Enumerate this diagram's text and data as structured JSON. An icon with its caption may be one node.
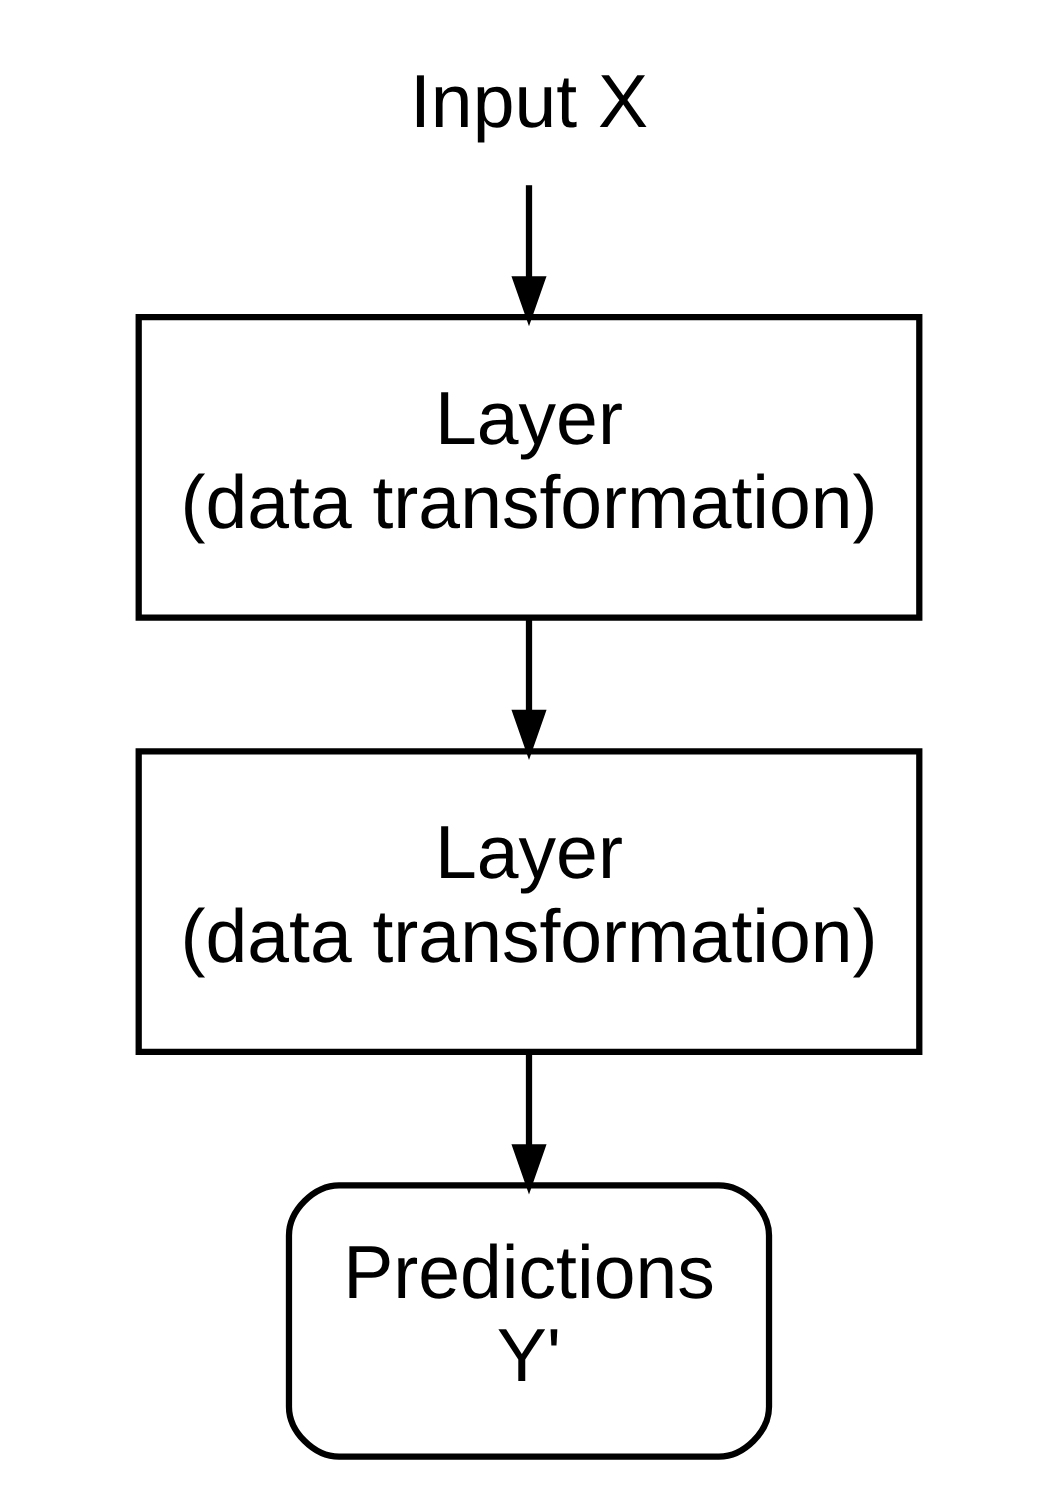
{
  "diagram": {
    "nodes": [
      {
        "text": [
          "Input X"
        ]
      },
      {
        "text": [
          "Layer (data transformation)"
        ]
      },
      {
        "text": [
          "Layer (data transformation)"
        ]
      },
      {
        "text": [
          "Predictions Y'"
        ]
      }
    ],
    "edges": [
      {
        "from": 0,
        "to": 1,
        "arrow": "to"
      },
      {
        "from": 1,
        "to": 2,
        "arrow": "to"
      },
      {
        "from": 2,
        "to": 3,
        "arrow": "to"
      }
    ]
  }
}
